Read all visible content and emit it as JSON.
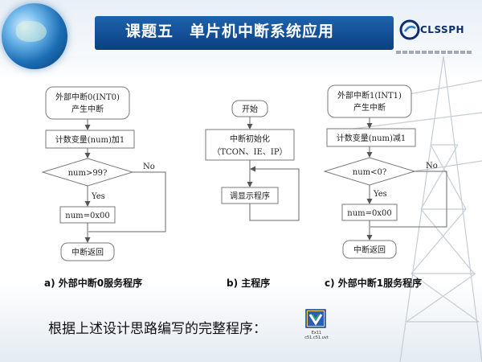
{
  "header": {
    "title": "课题五　单片机中断系统应用",
    "logo_text": "CLSSPH",
    "colors": {
      "title_bar": "#0b3f83",
      "title_text": "#ffffff",
      "logo": "#0e2f6f"
    }
  },
  "flowcharts": {
    "a": {
      "caption": "a) 外部中断0服务程序",
      "start": [
        "外部中断0(INT0)",
        "产生中断"
      ],
      "step": "计数变量(num)加1",
      "decision": "num>99?",
      "no_label": "No",
      "yes_label": "Yes",
      "assign": "num=0x00",
      "end": "中断返回"
    },
    "b": {
      "caption": "b) 主程序",
      "start": "开始",
      "init": [
        "中断初始化",
        "（TCON、IE、IP）"
      ],
      "call": "调显示程序"
    },
    "c": {
      "caption": "c) 外部中断1服务程序",
      "start": [
        "外部中断1(INT1)",
        "产生中断"
      ],
      "step": "计数变量(num)减1",
      "decision": "num<0?",
      "no_label": "No",
      "yes_label": "Yes",
      "assign": "num=0x00",
      "end": "中断返回"
    }
  },
  "prompt_text": "根据上述设计思路编写的完整程序：",
  "file_icon": {
    "icon": "program-file-icon",
    "label": [
      "Ex11",
      "c51.c51.uvt"
    ]
  }
}
